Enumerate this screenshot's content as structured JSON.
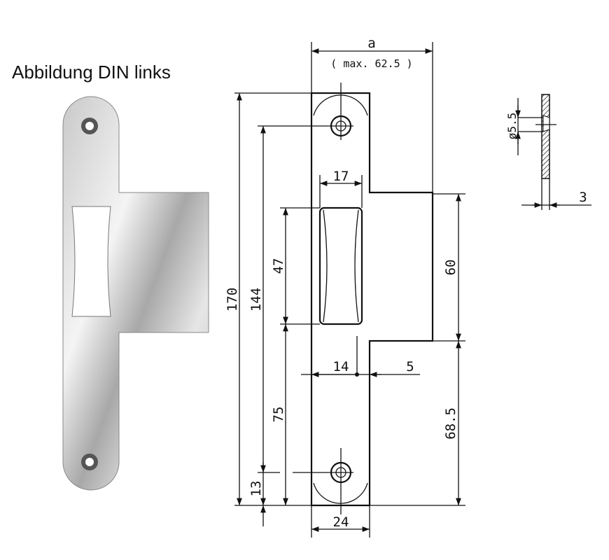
{
  "caption": "Abbildung DIN links",
  "dimensions": {
    "a": "a",
    "a_max": "( max. 62.5 )",
    "total_height": "170",
    "hole_spacing": "144",
    "slot_height": "47",
    "slot_width": "17",
    "slot_bottom": "75",
    "hole_offset": "13",
    "flange_height": "60",
    "flange_bottom": "68.5",
    "slot_center": "14",
    "offset": "5",
    "plate_width": "24",
    "hole_diameter": "ø5.5",
    "thickness": "3"
  },
  "colors": {
    "line": "#111111",
    "metal_light": "#f2f2f2",
    "metal_dark": "#9a9a9a"
  }
}
